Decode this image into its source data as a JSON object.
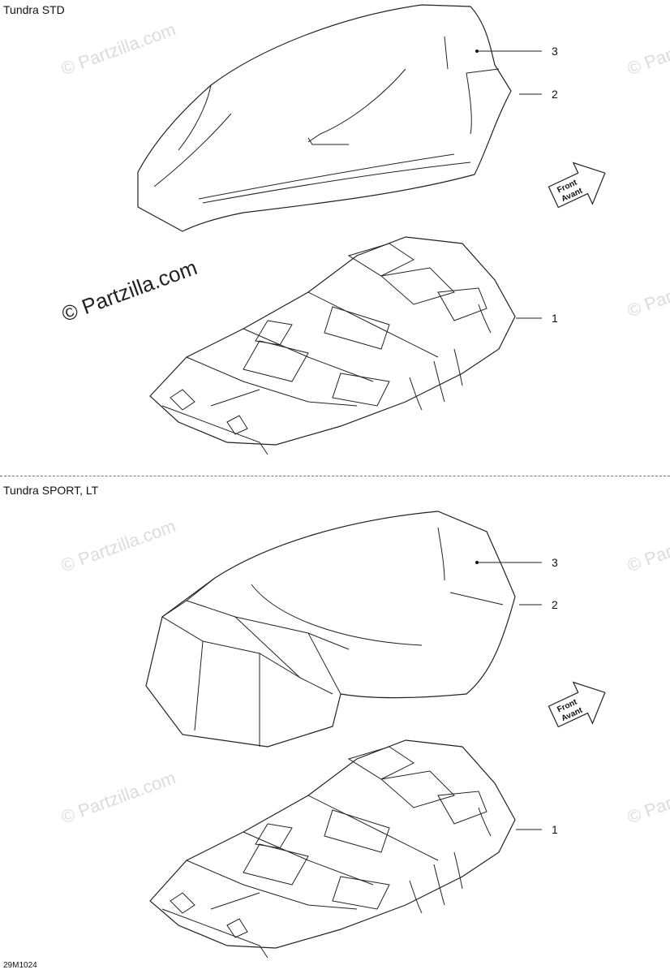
{
  "sections": [
    {
      "title": "Tundra STD",
      "callouts": [
        {
          "label": "3"
        },
        {
          "label": "2"
        },
        {
          "label": "1"
        }
      ]
    },
    {
      "title": "Tundra SPORT, LT",
      "callouts": [
        {
          "label": "3"
        },
        {
          "label": "2"
        },
        {
          "label": "1"
        }
      ]
    }
  ],
  "watermark": {
    "main": "© Partzilla.com",
    "faint": "© Partzilla.com"
  },
  "direction_arrow": {
    "line1": "Front",
    "line2": "Avant"
  },
  "figure_code": "29M1024"
}
